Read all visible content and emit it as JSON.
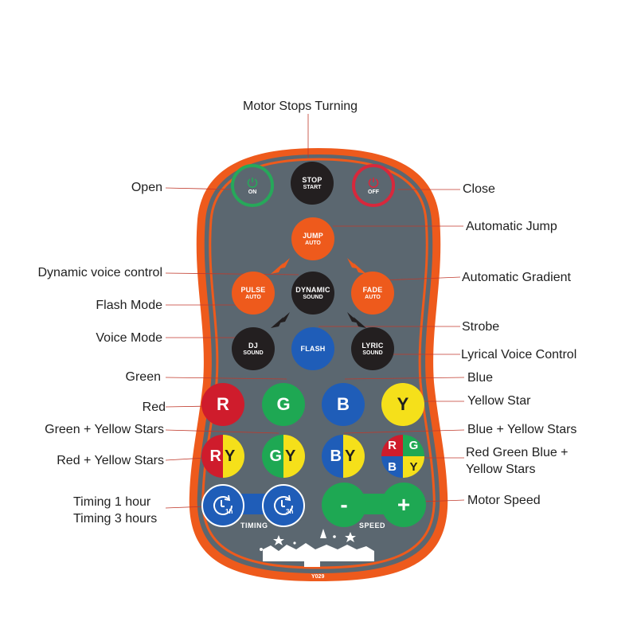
{
  "labels": {
    "motor_stops": "Motor Stops Turning",
    "open": "Open",
    "close": "Close",
    "automatic_jump": "Automatic Jump",
    "dynamic_voice": "Dynamic voice control",
    "automatic_gradient": "Automatic Gradient",
    "flash_mode": "Flash Mode",
    "strobe": "Strobe",
    "voice_mode": "Voice Mode",
    "lyrical_voice": "Lyrical Voice Control",
    "green": "Green",
    "blue": "Blue",
    "red": "Red",
    "yellow_star": "Yellow Star",
    "green_yellow": "Green + Yellow Stars",
    "blue_yellow": "Blue + Yellow Stars",
    "red_yellow": "Red + Yellow Stars",
    "rgb_yellow_1": "Red Green Blue +",
    "rgb_yellow_2": "Yellow Stars",
    "timing_1": "Timing 1 hour",
    "timing_3": "Timing 3 hours",
    "motor_speed": "Motor Speed"
  },
  "buttons": {
    "on": "ON",
    "off": "OFF",
    "stop_1": "STOP",
    "stop_2": "START",
    "jump_1": "JUMP",
    "jump_2": "AUTO",
    "pulse_1": "PULSE",
    "pulse_2": "AUTO",
    "dynamic_1": "DYNAMIC",
    "dynamic_2": "SOUND",
    "fade_1": "FADE",
    "fade_2": "AUTO",
    "dj_1": "DJ",
    "dj_2": "SOUND",
    "flash": "FLASH",
    "lyric_1": "LYRIC",
    "lyric_2": "SOUND",
    "r": "R",
    "g": "G",
    "b": "B",
    "y": "Y",
    "t1": "1h",
    "t3": "3h",
    "minus": "-",
    "plus": "+"
  },
  "captions": {
    "timing": "TIMING",
    "speed": "SPEED",
    "model": "Y029"
  },
  "colors": {
    "body": "#5b6770",
    "border": "#ee5a1c",
    "orange": "#ee5a1c",
    "black": "#231f20",
    "blue": "#1f5db8",
    "red": "#cf1c2c",
    "green": "#1ea853",
    "yellow": "#f5e01a"
  },
  "icons": [
    "power-icon",
    "clock-icon",
    "arrow-chevron-icon",
    "star-icon",
    "rocket-icon",
    "house-icon"
  ]
}
